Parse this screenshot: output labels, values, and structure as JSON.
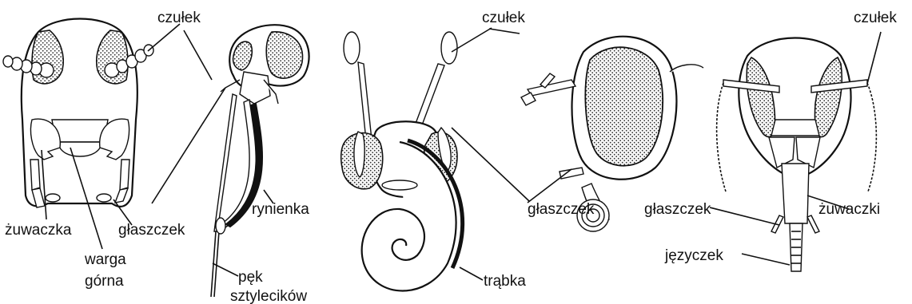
{
  "labels": {
    "a_antenna": "czułek",
    "a_mandible": "żuwaczka",
    "a_labrum_1": "warga",
    "a_labrum_2": "górna",
    "a_palp": "głaszczek",
    "b_groove": "rynienka",
    "b_stylets_1": "pęk",
    "b_stylets_2": "sztylecików",
    "c_antenna": "czułek",
    "c_palp": "głaszczek",
    "c_proboscis": "trąbka",
    "d_antenna": "czułek",
    "d_palp": "głaszczek",
    "d_mandibles": "żuwaczki",
    "d_tongue": "języczek"
  },
  "colors": {
    "ink": "#111111",
    "paper": "#ffffff"
  }
}
